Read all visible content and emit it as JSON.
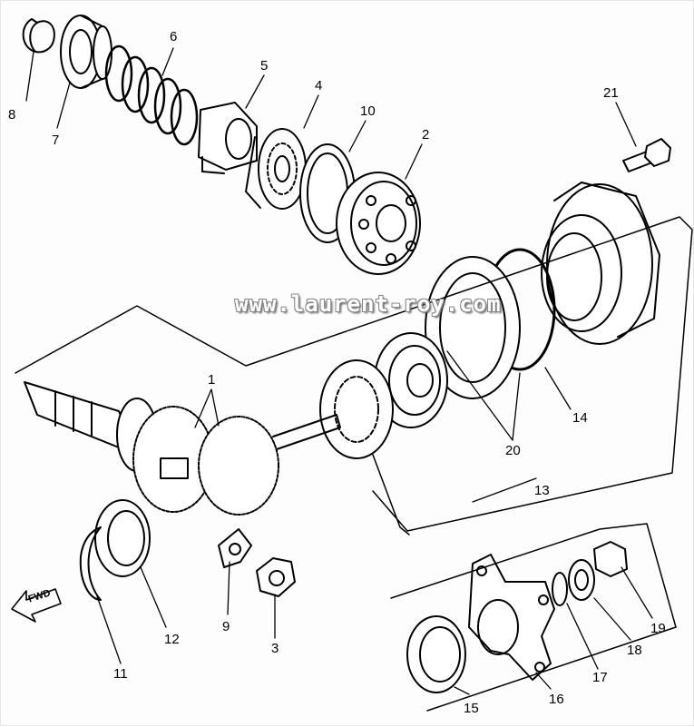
{
  "watermark": "www.laurent-roy.com",
  "direction_label": "FWD",
  "callouts": [
    "8",
    "7",
    "6",
    "5",
    "4",
    "10",
    "2",
    "21",
    "1",
    "20",
    "14",
    "13",
    "12",
    "11",
    "9",
    "3",
    "15",
    "16",
    "17",
    "18",
    "19"
  ]
}
